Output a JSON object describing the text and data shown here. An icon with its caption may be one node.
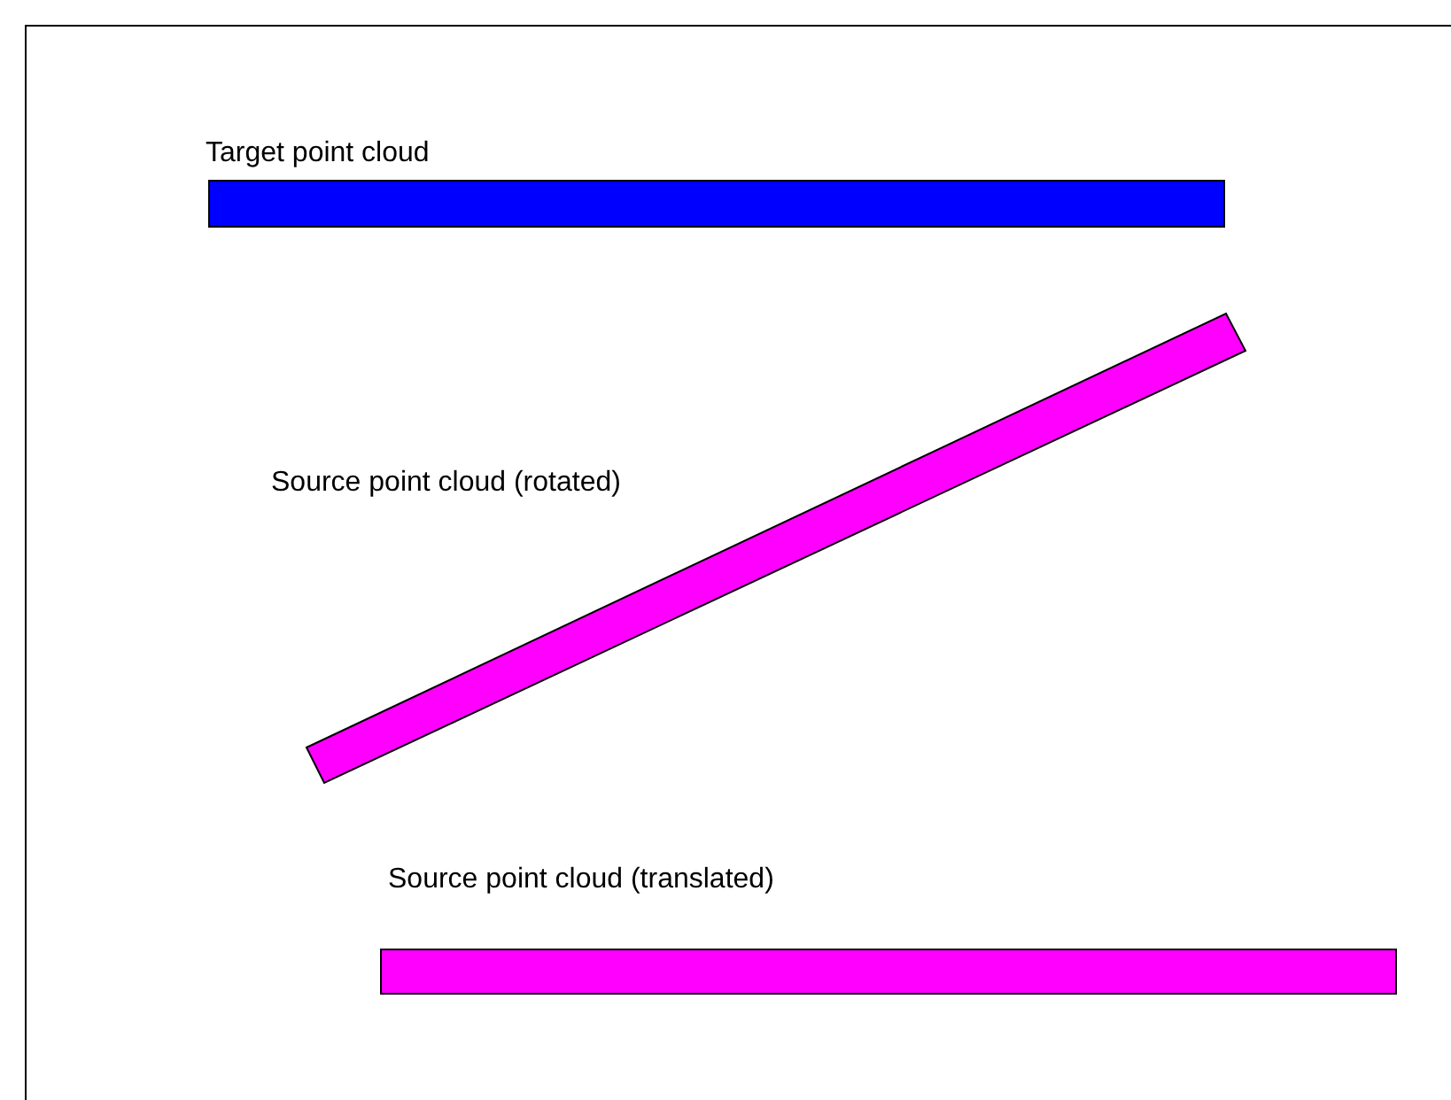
{
  "diagram": {
    "nodes": [
      {
        "text": [
          "Target point cloud"
        ]
      },
      {
        "text": [
          "Source point cloud (rotated)"
        ]
      },
      {
        "text": [
          "Source point cloud (translated)"
        ]
      }
    ]
  }
}
